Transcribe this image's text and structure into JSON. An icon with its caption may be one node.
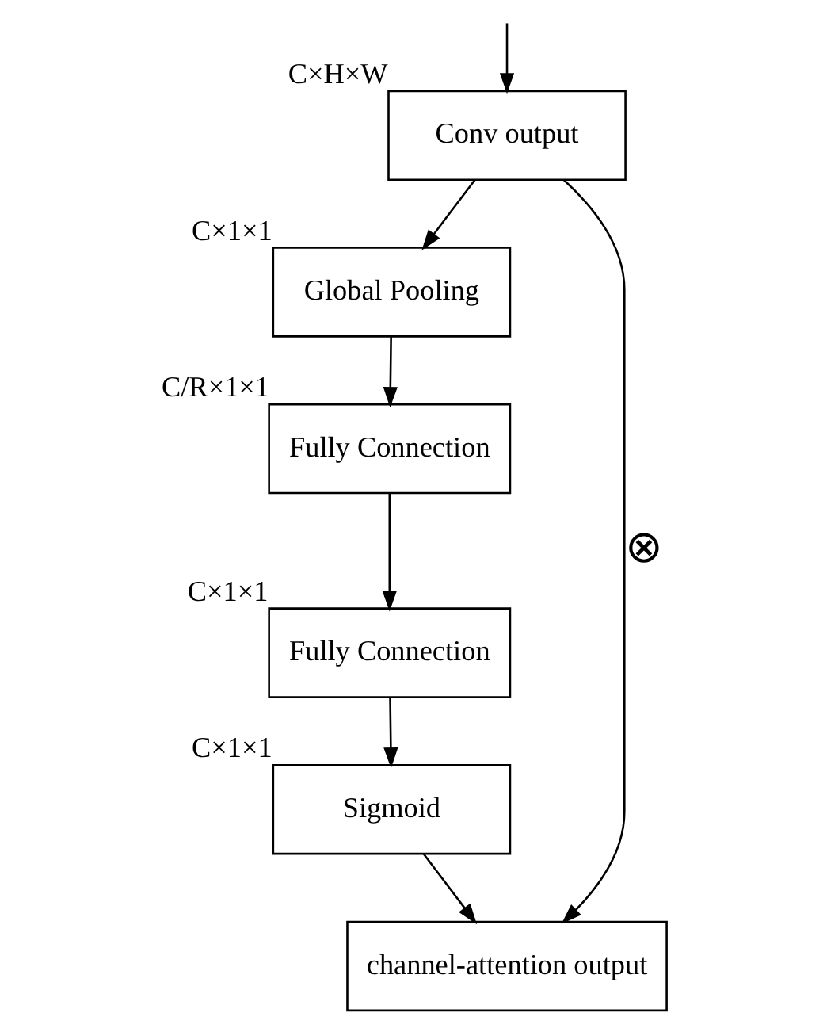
{
  "diagram": {
    "nodes": [
      {
        "text": [
          "Conv output"
        ],
        "beside": [
          "C×H×W"
        ]
      },
      {
        "text": [
          "Global Pooling"
        ],
        "beside": [
          "C×1×1"
        ]
      },
      {
        "text": [
          "Fully Connection"
        ],
        "beside": [
          "C/R×1×1"
        ]
      },
      {
        "text": [
          "Fully Connection"
        ],
        "beside": [
          "C×1×1"
        ]
      },
      {
        "text": [
          "Sigmoid"
        ],
        "beside": [
          "C×1×1"
        ]
      },
      {
        "text": [
          "channel-attention output"
        ]
      }
    ],
    "edges": [
      {
        "from": null,
        "to": 0,
        "arrow": "to"
      },
      {
        "from": 0,
        "to": 1,
        "arrow": "to"
      },
      {
        "from": 1,
        "to": 2,
        "arrow": "to"
      },
      {
        "from": 2,
        "to": 3,
        "arrow": "to"
      },
      {
        "from": 3,
        "to": 4,
        "arrow": "to"
      },
      {
        "from": 4,
        "to": 5,
        "arrow": "to"
      },
      {
        "from": 0,
        "to": 5,
        "arrow": "to",
        "label": "⊗"
      }
    ]
  }
}
